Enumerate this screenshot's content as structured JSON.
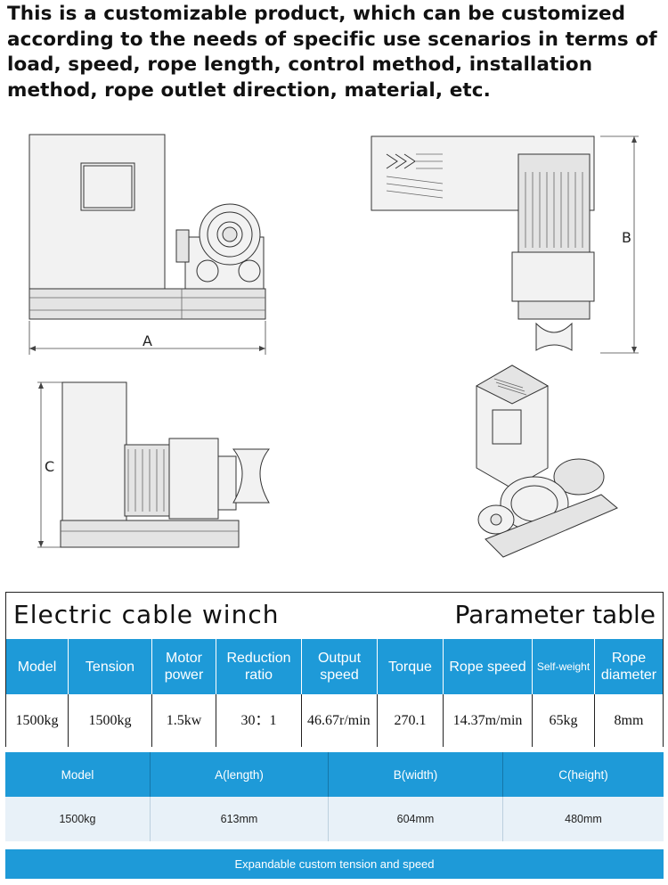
{
  "intro_text": "This is a customizable product, which can be customized according to the needs of specific use scenarios in terms of load, speed, rope length, control method, installation method, rope outlet direction, material, etc.",
  "drawings": {
    "dim_a": "A",
    "dim_b": "B",
    "dim_c": "C"
  },
  "parameter_table": {
    "title_left": "Electric cable winch",
    "title_right": "Parameter table",
    "headers": [
      "Model",
      "Tension",
      "Motor power",
      "Reduction ratio",
      "Output speed",
      "Torque",
      "Rope speed",
      "Self-weight",
      "Rope diameter"
    ],
    "row": [
      "1500kg",
      "1500kg",
      "1.5kw",
      "30：1",
      "46.67r/min",
      "270.1",
      "14.37m/min",
      "65kg",
      "8mm"
    ]
  },
  "dimension_table": {
    "headers": [
      "Model",
      "A(length)",
      "B(width)",
      "C(height)"
    ],
    "row": [
      "1500kg",
      "613mm",
      "604mm",
      "480mm"
    ]
  },
  "footer_text": "Expandable custom tension and speed",
  "colors": {
    "accent": "#1e9ad8"
  }
}
